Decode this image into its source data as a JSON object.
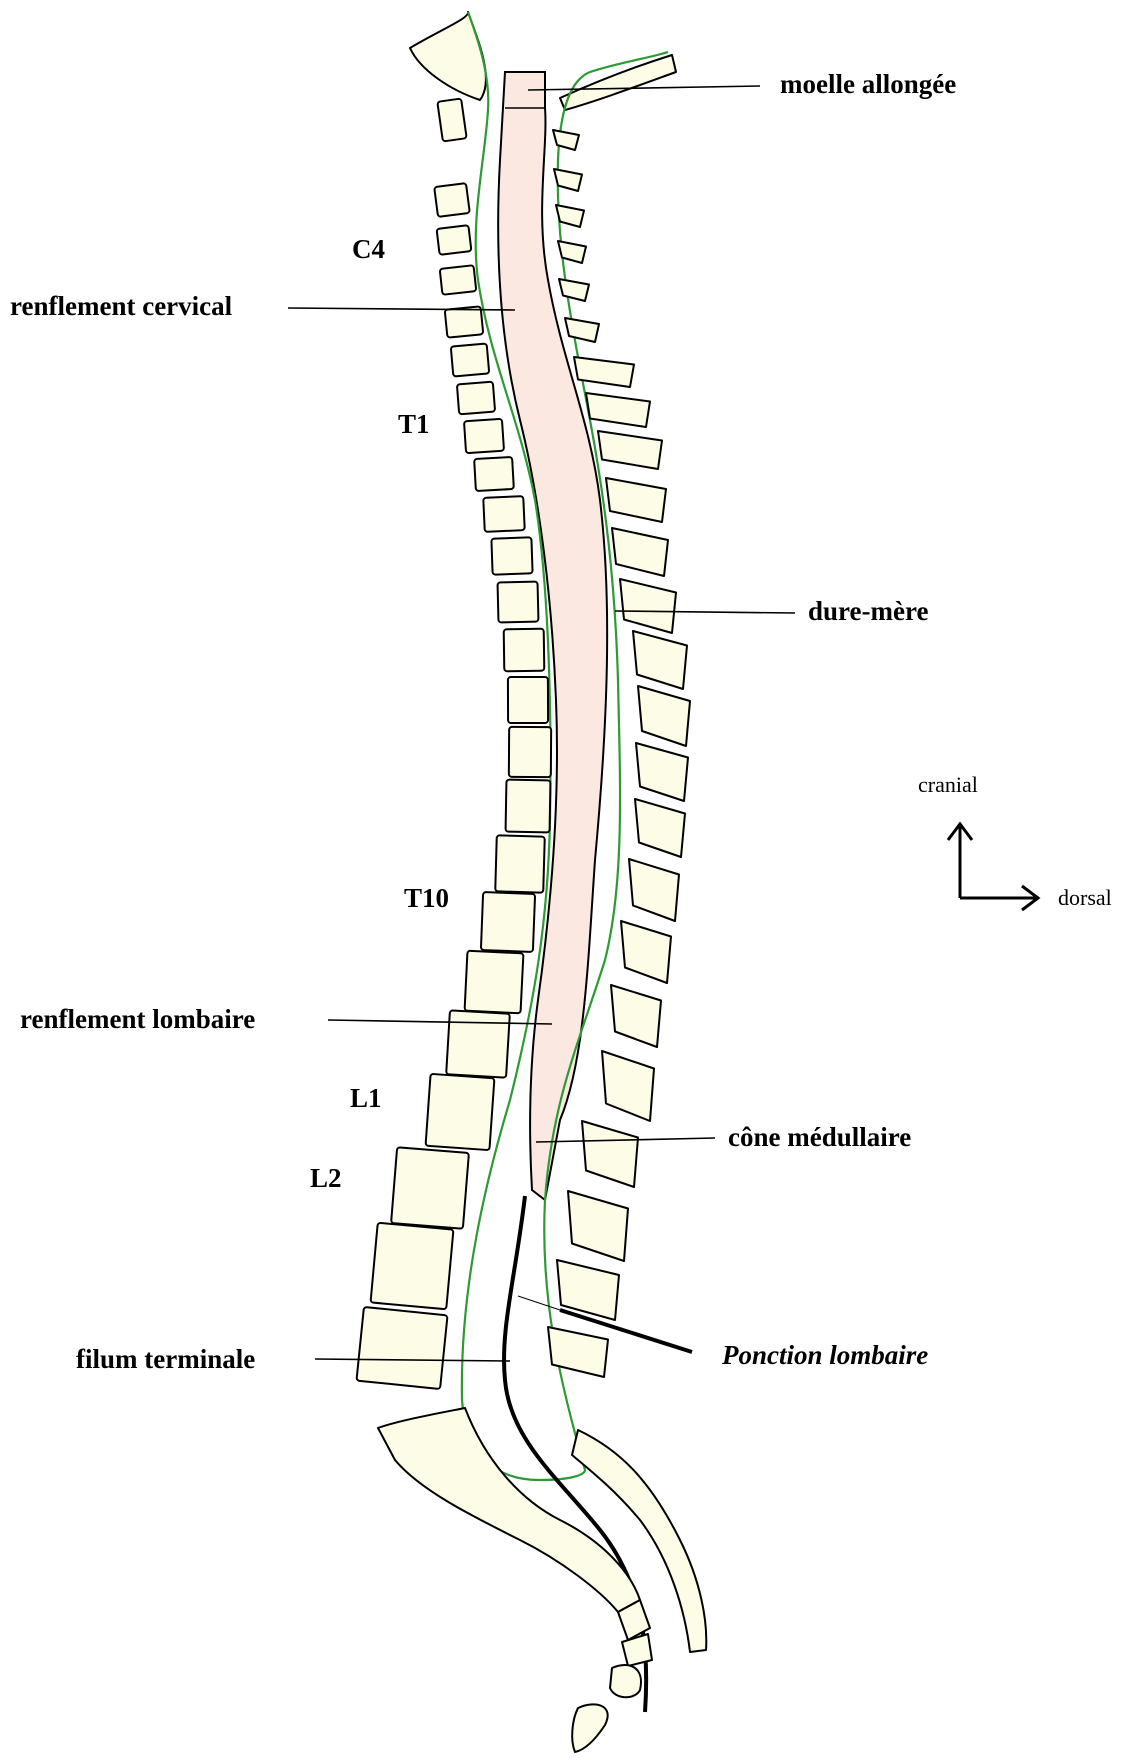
{
  "labels": {
    "medulla_oblongata": "moelle allongée",
    "cervical_enlargement": "renflement cervical",
    "dura_mater": "dure-mère",
    "lumbar_enlargement": "renflement lombaire",
    "conus_medullaris": "cône médullaire",
    "filum_terminale": "filum terminale",
    "lumbar_puncture": "Ponction lombaire"
  },
  "levels": {
    "c4": "C4",
    "t1": "T1",
    "t10": "T10",
    "l1": "L1",
    "l2": "L2"
  },
  "orientation": {
    "cranial": "cranial",
    "dorsal": "dorsal"
  },
  "colors": {
    "bone_fill": "#fdfce6",
    "cord_fill": "#fbe9e1",
    "dura_stroke": "#2e9a35",
    "outline": "#000000"
  }
}
